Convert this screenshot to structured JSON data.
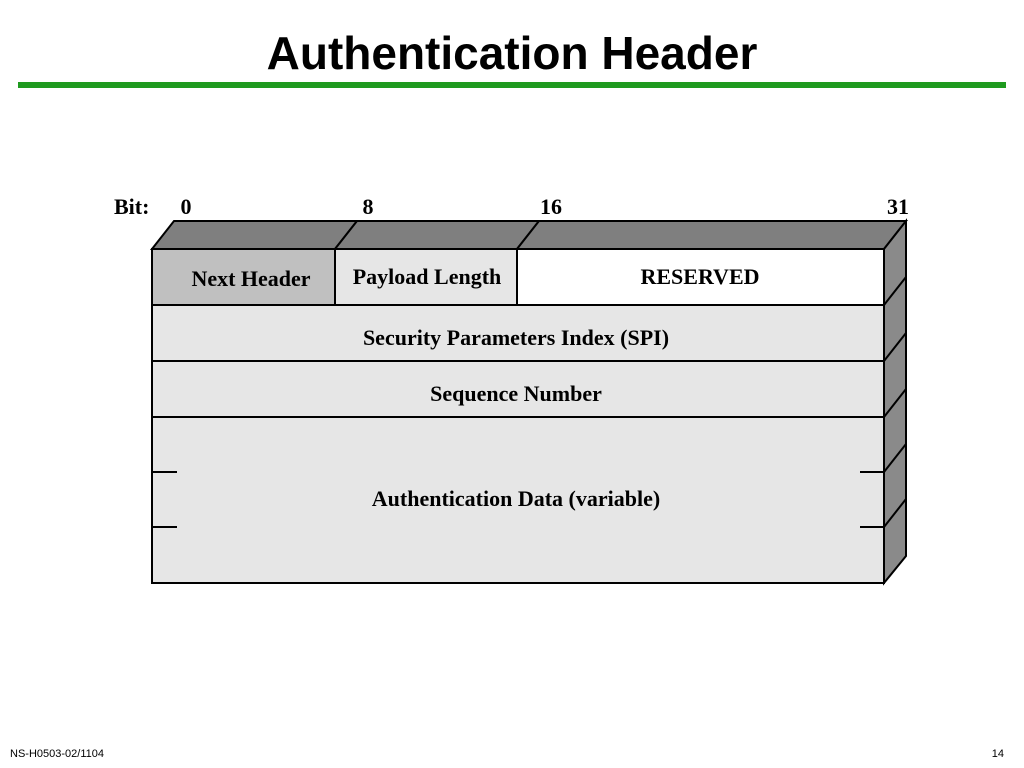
{
  "slide": {
    "title": "Authentication Header",
    "footer_left": "NS-H0503-02/1104",
    "page_number": "14"
  },
  "diagram": {
    "bit_label": "Bit:",
    "bit_markers": [
      "0",
      "8",
      "16",
      "31"
    ],
    "fields": {
      "next_header": "Next Header",
      "payload_length": "Payload Length",
      "reserved": "RESERVED",
      "spi": "Security Parameters Index (SPI)",
      "sequence_number": "Sequence Number",
      "authentication_data": "Authentication Data (variable)"
    },
    "colors": {
      "top_face": "#7f7f7f",
      "side_face": "#8a8a8a",
      "field_light": "#e6e6e6",
      "field_dark": "#c0c0c0",
      "field_white": "#ffffff",
      "title_rule": "#1f9a1f"
    }
  }
}
